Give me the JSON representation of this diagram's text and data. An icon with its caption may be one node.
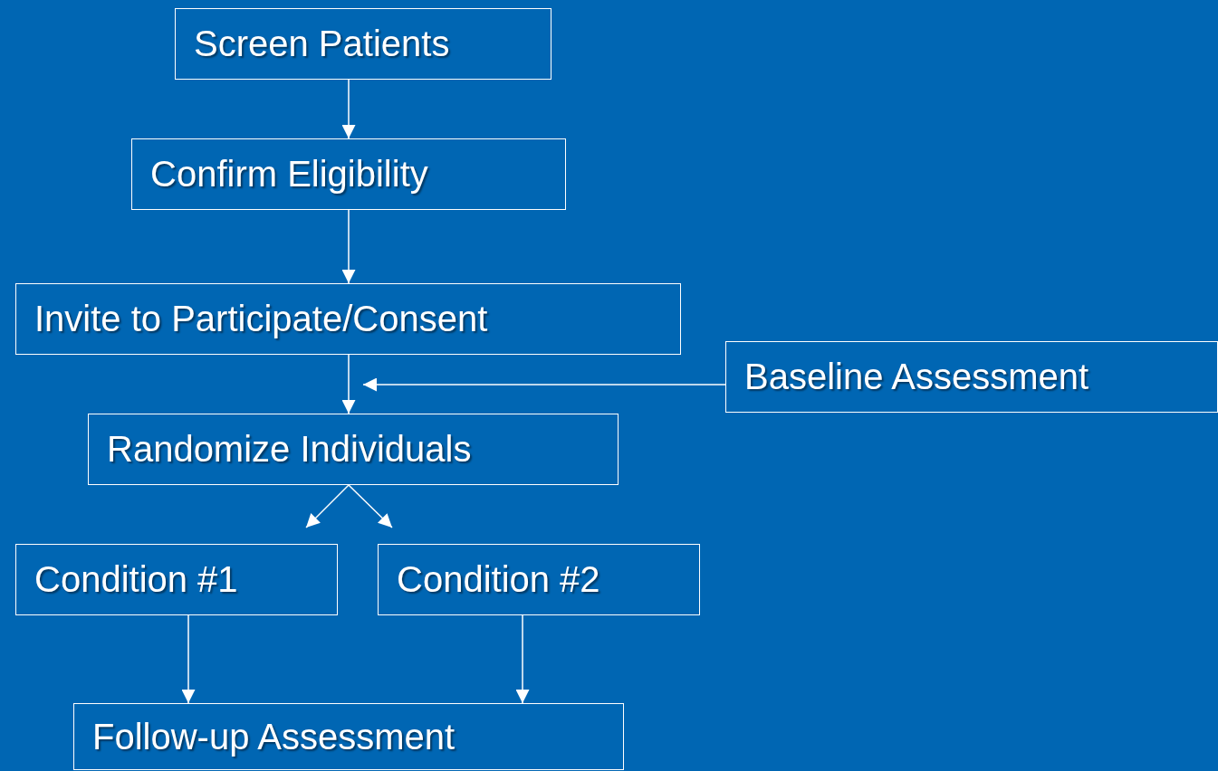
{
  "diagram": {
    "nodes": [
      {
        "text": [
          "Screen Patients"
        ]
      },
      {
        "text": [
          "Confirm Eligibility"
        ]
      },
      {
        "text": [
          "Invite to Participate/Consent"
        ]
      },
      {
        "text": [
          "Baseline Assessment"
        ]
      },
      {
        "text": [
          "Randomize Individuals"
        ]
      },
      {
        "text": [
          "Condition #1"
        ]
      },
      {
        "text": [
          "Condition #2"
        ]
      },
      {
        "text": [
          "Follow-up Assessment"
        ]
      }
    ],
    "edges": [
      {
        "from": 0,
        "to": 1,
        "arrow": "to"
      },
      {
        "from": 1,
        "to": 2,
        "arrow": "to"
      },
      {
        "from": 2,
        "to": 4,
        "arrow": "to"
      },
      {
        "from": 3,
        "to": 4,
        "arrow": "to"
      },
      {
        "from": 4,
        "to": 5,
        "arrow": "to"
      },
      {
        "from": 4,
        "to": 6,
        "arrow": "to"
      },
      {
        "from": 5,
        "to": 7,
        "arrow": "to"
      },
      {
        "from": 6,
        "to": 7,
        "arrow": "to"
      }
    ]
  }
}
